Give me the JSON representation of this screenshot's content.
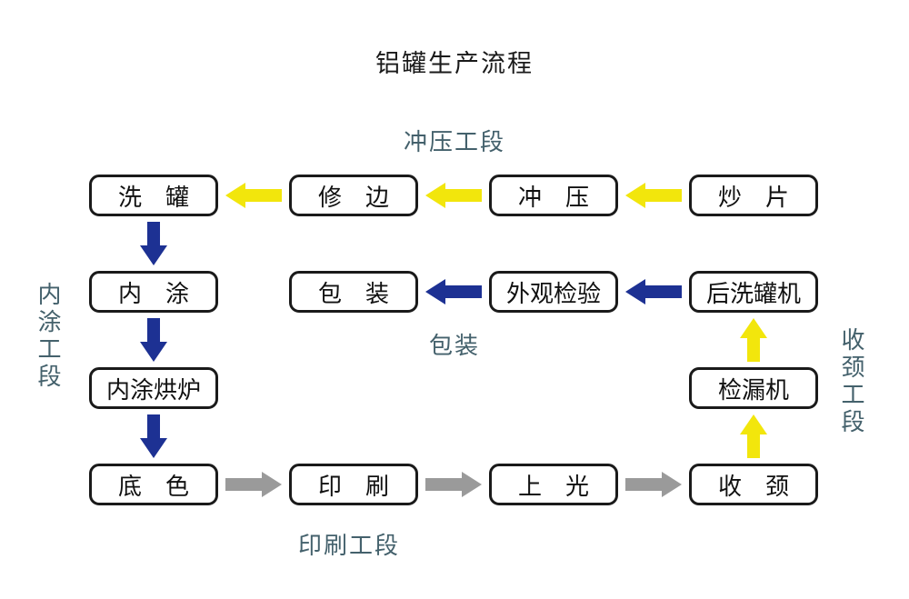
{
  "title": "铝罐生产流程",
  "colors": {
    "yellow": "#F2E60C",
    "blue": "#1D3193",
    "gray": "#9A9A9A",
    "label_teal": "#44616C",
    "box_border": "#1A1A1A"
  },
  "section_labels": {
    "stamping": "冲压工段",
    "packing": "包装",
    "printing": "印刷工段",
    "inner_coating": "内涂工段",
    "necking": "收颈工段"
  },
  "nodes": {
    "wash": "洗　罐",
    "trim": "修　边",
    "punch": "冲　压",
    "sheet": "炒　片",
    "coat": "内　涂",
    "pack": "包　装",
    "inspect": "外观检验",
    "post_wash": "后洗罐机",
    "oven": "内涂烘炉",
    "leak": "检漏机",
    "base": "底　色",
    "print": "印　刷",
    "varnish": "上　光",
    "neck": "收　颈"
  }
}
